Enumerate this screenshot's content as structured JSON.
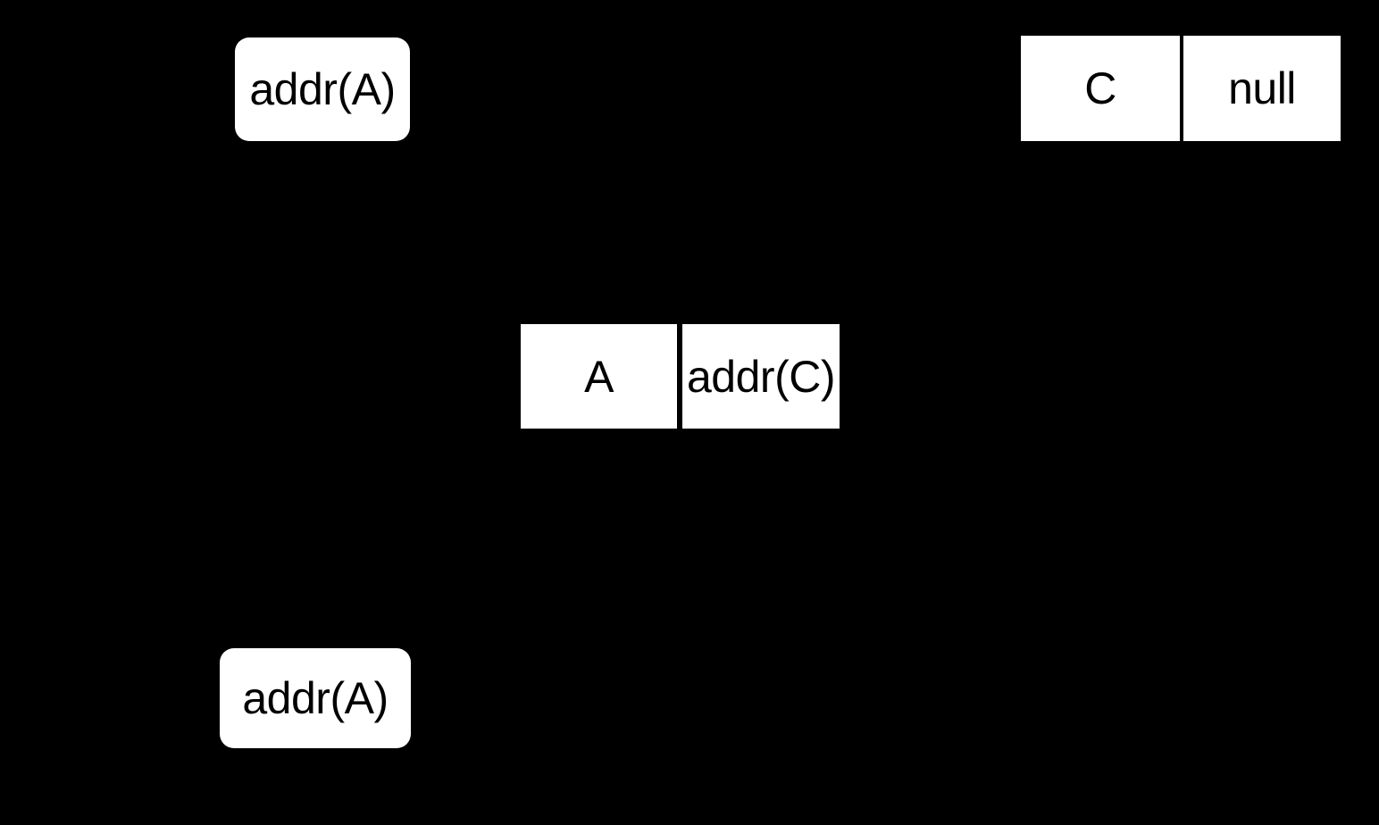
{
  "diagram": {
    "title": "Singly linked list pointer diagram",
    "background_color": "#000000",
    "node_fill_color": "#ffffff",
    "text_color": "#000000",
    "pointer_boxes": [
      {
        "name": "head-pointer",
        "label": "addr(A)"
      },
      {
        "name": "temp-pointer",
        "label": "addr(A)"
      }
    ],
    "nodes": [
      {
        "name": "node-a",
        "data_label": "A",
        "next_label": "addr(C)"
      },
      {
        "name": "node-c",
        "data_label": "C",
        "next_label": "null"
      }
    ]
  }
}
